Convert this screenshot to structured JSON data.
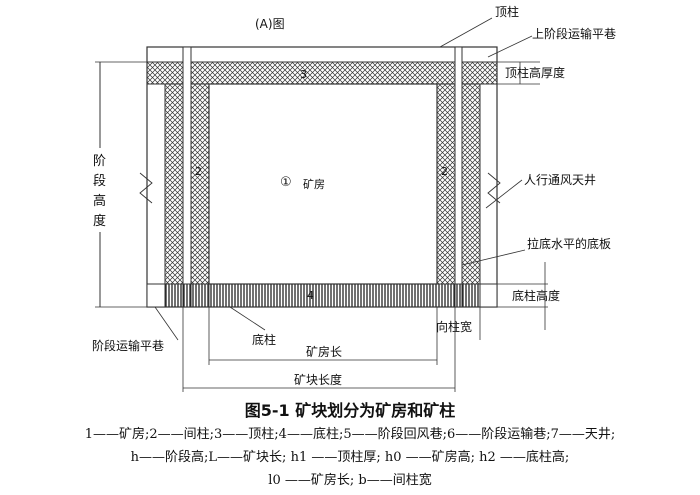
{
  "diagram": {
    "header": "(A)图",
    "labels": {
      "top_pillar": "顶柱",
      "upper_haulage": "上阶段运输平巷",
      "top_pillar_thickness": "顶柱高厚度",
      "manway_raise": "人行通风天井",
      "undercut_floor": "拉底水平的底板",
      "bottom_pillar_height": "底柱高度",
      "rib_pillar_width": "向柱宽",
      "level_haulage": "阶段运输平巷",
      "bottom_pillar": "底柱",
      "stope_length": "矿房长",
      "block_length": "矿块长度",
      "stope": "矿房",
      "level_height": [
        "阶",
        "段",
        "高",
        "度"
      ]
    },
    "numbers": {
      "n1": "①",
      "n2_left": "2",
      "n2_right": "2",
      "n3": "3",
      "n4": "4"
    }
  },
  "caption": {
    "title": "图5-1  矿块划分为矿房和矿柱",
    "line1": "1——矿房;2——间柱;3——顶柱;4——底柱;5——阶段回风巷;6——阶段运输巷;7——天井;",
    "line2": "h——阶段高;L——矿块长; h1 ——顶柱厚; h0 ——矿房高; h2 ——底柱高;",
    "line3": "l0 ——矿房长; b——间柱宽"
  }
}
